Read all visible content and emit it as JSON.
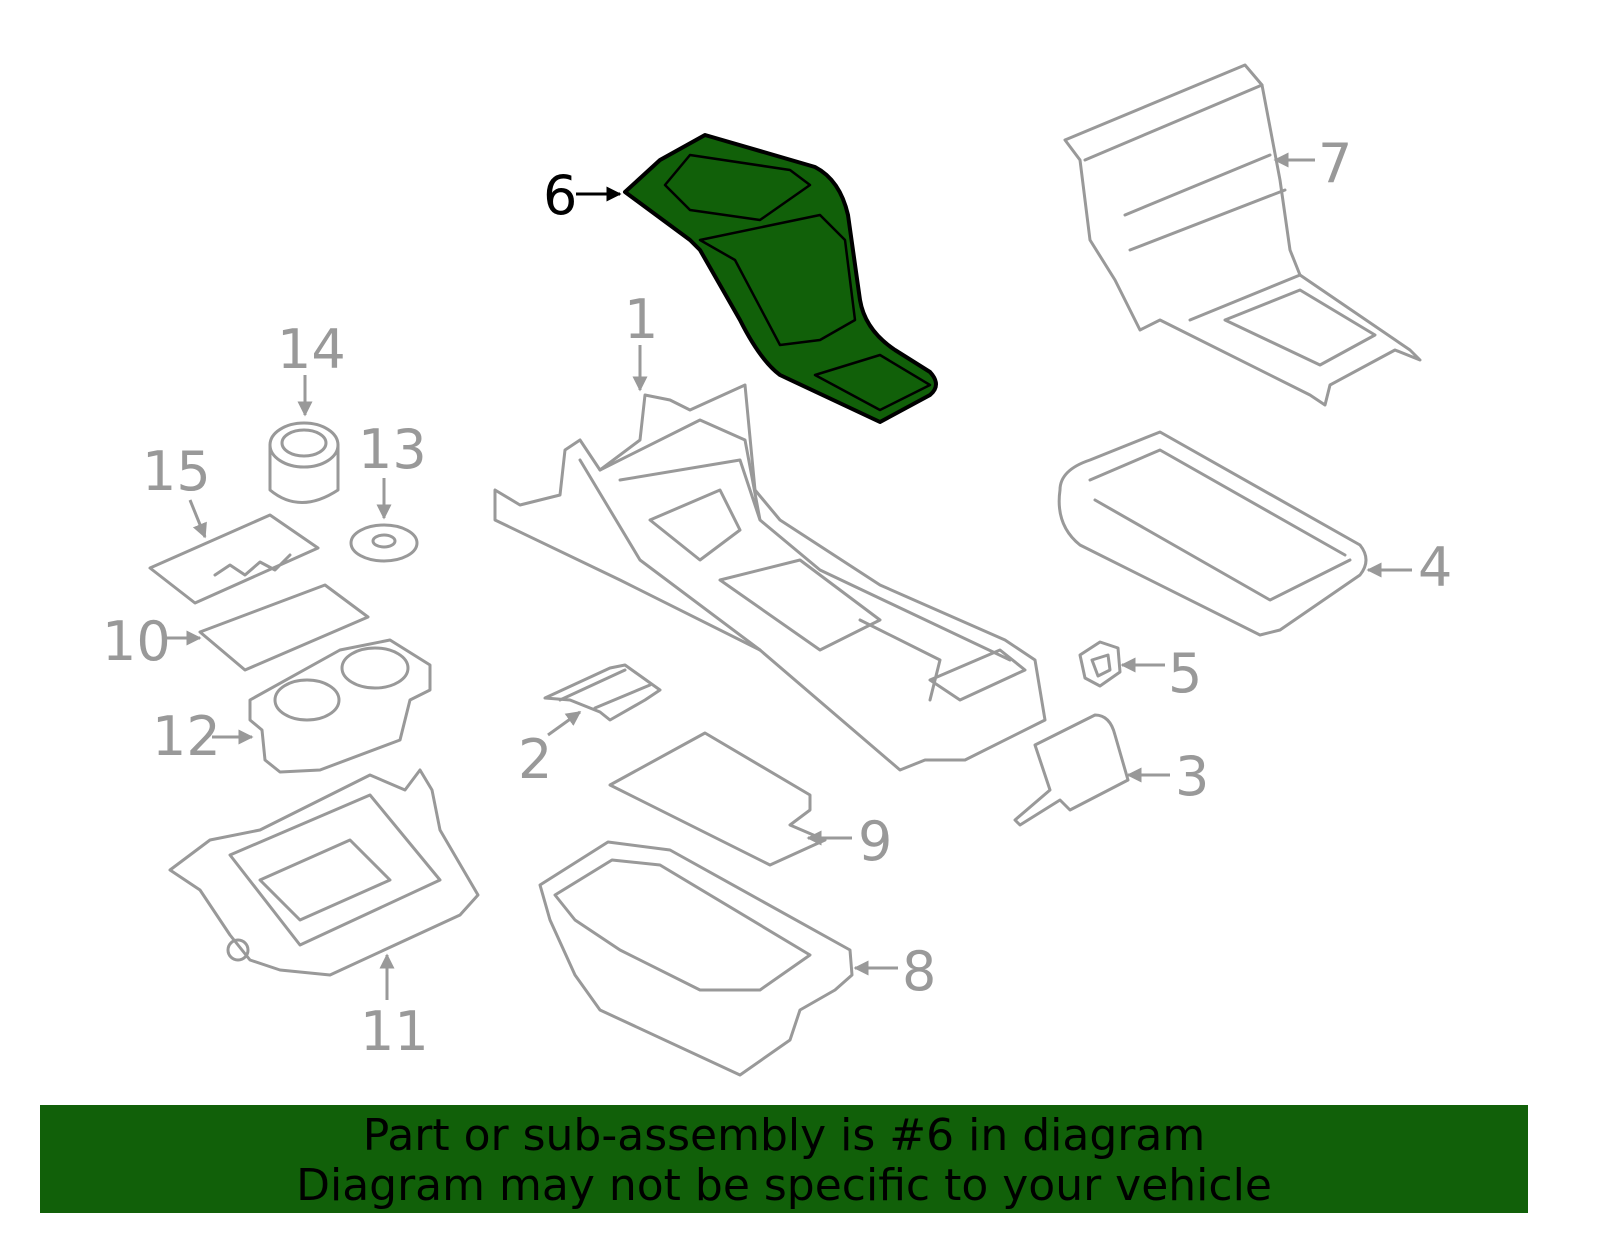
{
  "diagram": {
    "highlight_color": "#116009",
    "line_color": "#999999",
    "highlighted_part": "6",
    "callouts": [
      "1",
      "2",
      "3",
      "4",
      "5",
      "6",
      "7",
      "8",
      "9",
      "10",
      "11",
      "12",
      "13",
      "14",
      "15"
    ]
  },
  "banner": {
    "line1": "Part or sub-assembly is #6 in diagram",
    "line2": "Diagram may not be specific to your vehicle"
  }
}
